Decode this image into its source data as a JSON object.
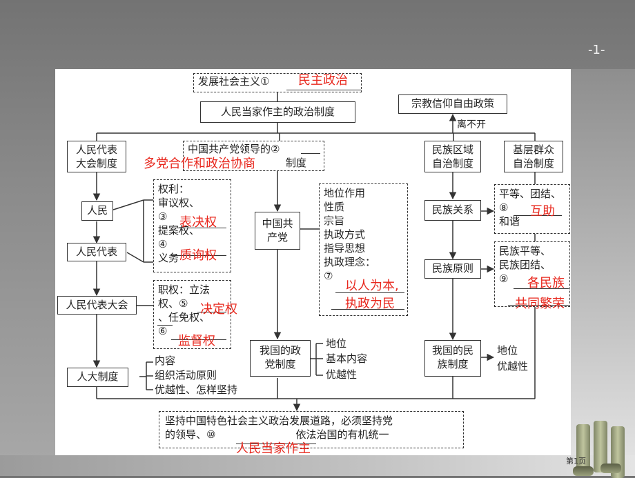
{
  "page_number": "-1-",
  "slide_number": "第1页",
  "boxes": {
    "top": "发展社会主义①",
    "main": "人民当家作主的政治制度",
    "religion": "宗教信仰自由政策",
    "npc_system": "人民代表大会制度",
    "cpc_system": "中国共产党领导的②",
    "cpc_system_tail": "制度",
    "ethnic_autonomy": "民族区域自治制度",
    "grassroots": "基层群众自治制度",
    "people": "人民",
    "deputy": "人民代表",
    "congress": "人民代表大会",
    "npc_short": "人大制度",
    "cpc": "中国共产党",
    "party_system": "我国的政党制度",
    "ethnic_relations": "民族关系",
    "ethnic_principles": "民族原则",
    "ethnic_system": "我国的民族制度",
    "rights_lines": [
      "权利：",
      "审议权、",
      "③",
      "提案权、",
      "④",
      "义务"
    ],
    "duties_lines": [
      "职权：立法",
      "权、⑤",
      "、任免权、",
      "⑥"
    ],
    "cpc_attr_lines": [
      "地位作用",
      "性质",
      "宗旨",
      "执政方式",
      "指导思想",
      "执政理念：",
      "⑦"
    ],
    "relations_lines": [
      "平等、团结、",
      "⑧",
      "和谐"
    ],
    "principles_lines": [
      "民族平等、",
      "民族团结、",
      "⑨"
    ],
    "bottom_lines": [
      "坚持中国特色社会主义政治发展道路，必须坚持党",
      "的领导、⑩",
      "依法治国的有机统一"
    ]
  },
  "labels": {
    "inseparable": "离不开",
    "npc_items": [
      "内容",
      "组织活动原则",
      "优越性、怎样坚持"
    ],
    "party_items": [
      "地位",
      "基本内容",
      "优越性"
    ],
    "ethnic_items": [
      "地位",
      "优越性"
    ]
  },
  "answers": {
    "a1": "民主政治",
    "a2": "多党合作和政治协商",
    "a3": "表决权",
    "a4": "质询权",
    "a5": "决定权",
    "a6": "监督权",
    "a7_1": "以人为本,",
    "a7_2": "执政为民",
    "a8": "互助",
    "a9_1": "各民族",
    "a9_2": "共同繁荣",
    "a10": "人民当家作主"
  },
  "colors": {
    "answer": "#e8281e",
    "line": "#333333"
  }
}
